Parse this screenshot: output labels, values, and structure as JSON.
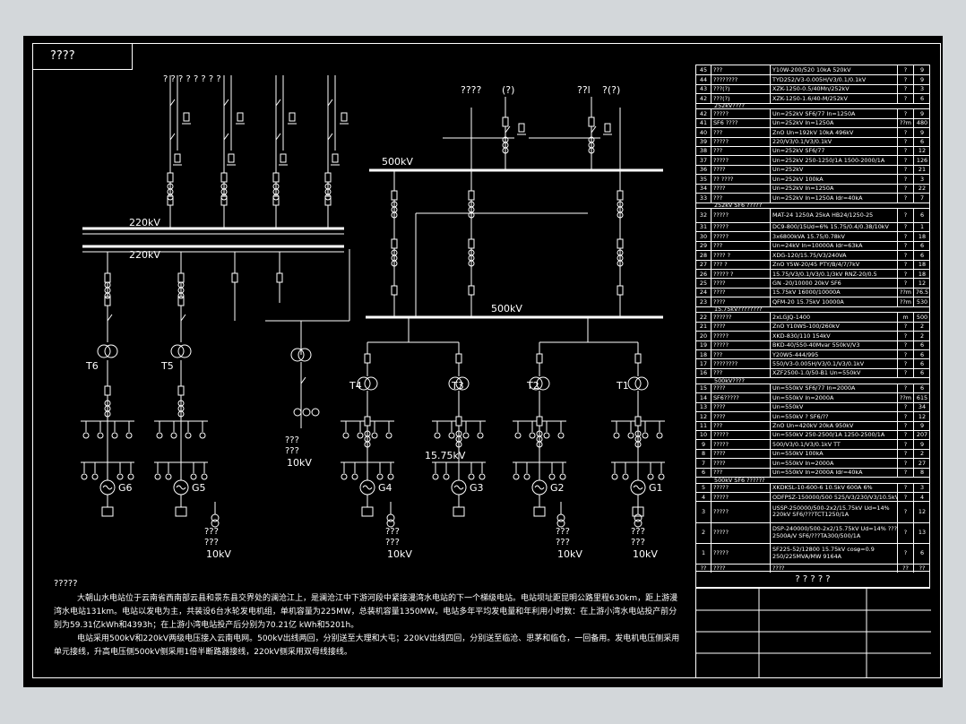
{
  "title": "????",
  "diagram": {
    "labels": {
      "bus_220kv_upper": "220kV",
      "bus_220kv_lower": "220kV",
      "bus_500kv_upper": "500kV",
      "bus_500kv_lower": "500kV",
      "gen_voltage_15": "15.75kV",
      "left_outgoing": "? ?   ? ?   ? ?   ? ?",
      "right_outgoing_a": "????",
      "right_outgoing_a2": "(?)",
      "right_outgoing_b": "??l",
      "right_outgoing_b2": "?(?)",
      "aux_10kv_a": "10kV",
      "aux_10kv_b": "10kV",
      "aux_10kv_c": "10kV",
      "aux_10kv_d": "10kV",
      "aux_10kv_e": "10kV",
      "aux_q_a1": "???",
      "aux_q_a2": "???",
      "aux_q_b1": "???",
      "aux_q_b2": "???",
      "aux_q_c1": "???",
      "aux_q_c2": "???",
      "aux_q_d1": "???",
      "aux_q_d2": "???",
      "aux_q_e1": "???",
      "aux_q_e2": "???"
    },
    "transformers": [
      "T6",
      "T5",
      "T4",
      "T3",
      "T2",
      "T1"
    ],
    "generators": [
      "G6",
      "G5",
      "G4",
      "G3",
      "G2",
      "G1"
    ]
  },
  "parts_table": {
    "rows": [
      {
        "no": "45",
        "name": "???",
        "spec": "Y10W-200/520   10kA   520kV",
        "unit": "?",
        "qty": "9"
      },
      {
        "no": "44",
        "name": "????????",
        "spec": "TYD252/V3-0.005H/V3/0.1/0.1kV",
        "unit": "?",
        "qty": "9"
      },
      {
        "no": "43",
        "name": "???(?)",
        "spec": "XZK-1250-0.5/40Mn/252kV",
        "unit": "?",
        "qty": "3"
      },
      {
        "no": "42",
        "name": "???(?)",
        "spec": "XZK-1250-1.6/40-M/252kV",
        "unit": "?",
        "qty": "6"
      },
      {
        "section": "252kV????"
      },
      {
        "no": "42",
        "name": "?????",
        "spec": "Un=252kV  SF6/77   In=1250A",
        "unit": "?",
        "qty": "9"
      },
      {
        "no": "41",
        "name": "SF6 ????",
        "spec": "Un=252kV  In=1250A",
        "unit": "??m",
        "qty": "480"
      },
      {
        "no": "40",
        "name": "???",
        "spec": "ZnO   Un=192kV   10kA   496kV",
        "unit": "?",
        "qty": "9"
      },
      {
        "no": "39",
        "name": "?????",
        "spec": "220/V3/0.1/V3/0.1kV",
        "unit": "?",
        "qty": "6"
      },
      {
        "no": "38",
        "name": "???",
        "spec": "Un=252kV    SF6/77",
        "unit": "?",
        "qty": "12"
      },
      {
        "no": "37",
        "name": "?????",
        "spec": "Un=252kV  250-1250/1A     1500-2000/1A",
        "unit": "?",
        "qty": "126"
      },
      {
        "no": "36",
        "name": "????",
        "spec": "Un=252kV",
        "unit": "?",
        "qty": "21"
      },
      {
        "no": "35",
        "name": "??  ????",
        "spec": "Un=252kV  100kA",
        "unit": "?",
        "qty": "3"
      },
      {
        "no": "34",
        "name": "????",
        "spec": "Un=252kV  In=1250A",
        "unit": "?",
        "qty": "22"
      },
      {
        "no": "33",
        "name": "???",
        "spec": "Un=252kV  In=1250A  Idr=40kA",
        "unit": "?",
        "qty": "7"
      },
      {
        "section": "252kV SF6 ?????"
      },
      {
        "no": "32",
        "name": "?????",
        "spec": "MAT-24        1250A      25kA    HB24/1250-25",
        "unit": "?",
        "qty": "6"
      },
      {
        "no": "31",
        "name": "?????",
        "spec": "DC9-800/15Ud=6%  15.75/0.4/0.38/10kV",
        "unit": "?",
        "qty": "1"
      },
      {
        "no": "30",
        "name": "?????",
        "spec": "3x6800kVA        15.75/0.78kV",
        "unit": "?",
        "qty": "18"
      },
      {
        "no": "29",
        "name": "???",
        "spec": "Un=24kV  In=10000A   Idr=63kA",
        "unit": "?",
        "qty": "6"
      },
      {
        "no": "28",
        "name": "????   ?",
        "spec": "XDG-120/15.75/V3/240VA",
        "unit": "?",
        "qty": "6"
      },
      {
        "no": "27",
        "name": "???  ?",
        "spec": "ZnO   Y5W-20/45   PTY/B/4/7/7kV",
        "unit": "?",
        "qty": "18"
      },
      {
        "no": "26",
        "name": "?????   ?",
        "spec": "15.75/V3/0.1/V3/0.1/3kV    RNZ-20/0.5",
        "unit": "?",
        "qty": "18"
      },
      {
        "no": "25",
        "name": "????",
        "spec": "GN     -20/10000   20kV    SF6",
        "unit": "?",
        "qty": "12"
      },
      {
        "no": "24",
        "name": "????",
        "spec": "15.75kV 16000/10000A",
        "unit": "??m",
        "qty": "76.5"
      },
      {
        "no": "23",
        "name": "????",
        "spec": "QFM-20    15.75kV        10000A",
        "unit": "??m",
        "qty": "530"
      },
      {
        "section": "15.75kV????????"
      },
      {
        "no": "22",
        "name": "??????",
        "spec": "2xLGJQ-1400",
        "unit": "m",
        "qty": "500"
      },
      {
        "no": "21",
        "name": "????",
        "spec": "ZnO  Y10W5-100/260kV",
        "unit": "?",
        "qty": "2"
      },
      {
        "no": "20",
        "name": "?????",
        "spec": "XKD-830/110   154kV",
        "unit": "?",
        "qty": "2"
      },
      {
        "no": "19",
        "name": "?????",
        "spec": "BKD-40/550-40Mvar   550kV/V3",
        "unit": "?",
        "qty": "6"
      },
      {
        "no": "18",
        "name": "???",
        "spec": "Y20W5-444/995",
        "unit": "?",
        "qty": "6"
      },
      {
        "no": "17",
        "name": "????????",
        "spec": "550/V3-0.005H/V3/0.1/V3/0.1kV",
        "unit": "?",
        "qty": "6"
      },
      {
        "no": "16",
        "name": "???",
        "spec": "XZF2500-1.0/50-B1     Un=550kV",
        "unit": "?",
        "qty": "6"
      },
      {
        "section": "500kV????"
      },
      {
        "no": "15",
        "name": "????",
        "spec": "Un=550kV SF6/77     In=2000A",
        "unit": "?",
        "qty": "6"
      },
      {
        "no": "14",
        "name": "SF6?????",
        "spec": "Un=550kV  In=2000A",
        "unit": "??m",
        "qty": "615"
      },
      {
        "no": "13",
        "name": "????",
        "spec": "Un=550kV",
        "unit": "?",
        "qty": "34"
      },
      {
        "no": "12",
        "name": "????",
        "spec": "Un=550kV   ? SF6/??",
        "unit": "?",
        "qty": "12"
      },
      {
        "no": "11",
        "name": "???",
        "spec": "ZnO   Un=420kV   20kA   950kV",
        "unit": "?",
        "qty": "9"
      },
      {
        "no": "10",
        "name": "?????",
        "spec": "Un=550kV 250-2500/1A  1250-2500/1A",
        "unit": "?",
        "qty": "207"
      },
      {
        "no": "9",
        "name": "?????",
        "spec": "500/V3/0.1/V3/0.1kV TT",
        "unit": "?",
        "qty": "9"
      },
      {
        "no": "8",
        "name": "????",
        "spec": "Un=550kV  100kA",
        "unit": "?",
        "qty": "2"
      },
      {
        "no": "7",
        "name": "????",
        "spec": "Un=550kV In=2000A",
        "unit": "?",
        "qty": "27"
      },
      {
        "no": "6",
        "name": "???",
        "spec": "Un=550kV In=2000A  Idr=40kA",
        "unit": "?",
        "qty": "8"
      },
      {
        "section": "500kV SF6 ??????"
      },
      {
        "no": "5",
        "name": "?????",
        "spec": "XKDKSL-10-600-6  10.5kV   600A   6%",
        "unit": "?",
        "qty": "3"
      },
      {
        "no": "4",
        "name": "?????",
        "spec": "ODFPSZ-150000/500  525/V3/230/V3/10.5kV",
        "unit": "?",
        "qty": "4"
      },
      {
        "no": "3",
        "name": "?????",
        "spec": "USSP-250000/500-2x2/15.75kV  Ud=14%  220kV SF6/???TCT1250/1A",
        "unit": "?",
        "qty": "12"
      },
      {
        "no": "2",
        "name": "?????",
        "spec": "DSP-240000/500-2x2/15.75kV  Ud=14%  ???2500A/V SF6/???TA300/500/1A",
        "unit": "?",
        "qty": "13"
      },
      {
        "no": "1",
        "name": "?????",
        "spec": "SF225-52/12800   15.75kV   cosφ=0.9   250/225MVA/MW   9164A",
        "unit": "?",
        "qty": "6"
      },
      {
        "no": "??",
        "name": "????",
        "spec": "????",
        "unit": "??",
        "qty": "??"
      }
    ],
    "footer": "? ? ? ? ?"
  },
  "notes": {
    "heading": "?????",
    "paragraphs": [
      "大朝山水电站位于云南省西南部云县和景东县交界处的澜沧江上，是澜沧江中下游河段中紧接漫湾水电站的下一个梯级电站。电站坝址距昆明公路里程630km，距上游漫湾水电站131km。电站以发电为主，共装设6台水轮发电机组，单机容量为225MW，总装机容量1350MW。电站多年平均发电量和年利用小时数：在上游小湾水电站投产前分别为59.31亿kWh和4393h；在上游小湾电站投产后分别为70.21亿 kWh和5201h。",
      "电站采用500kV和220kV两级电压接入云南电网。500kV出线两回，分别送至大理和大屯；220kV出线四回，分别送至临沧、思茅和临仓，一回备用。发电机电压侧采用单元接线，升高电压侧500kV侧采用1倍半断路器接线，220kV侧采用双母线接线。"
    ]
  }
}
